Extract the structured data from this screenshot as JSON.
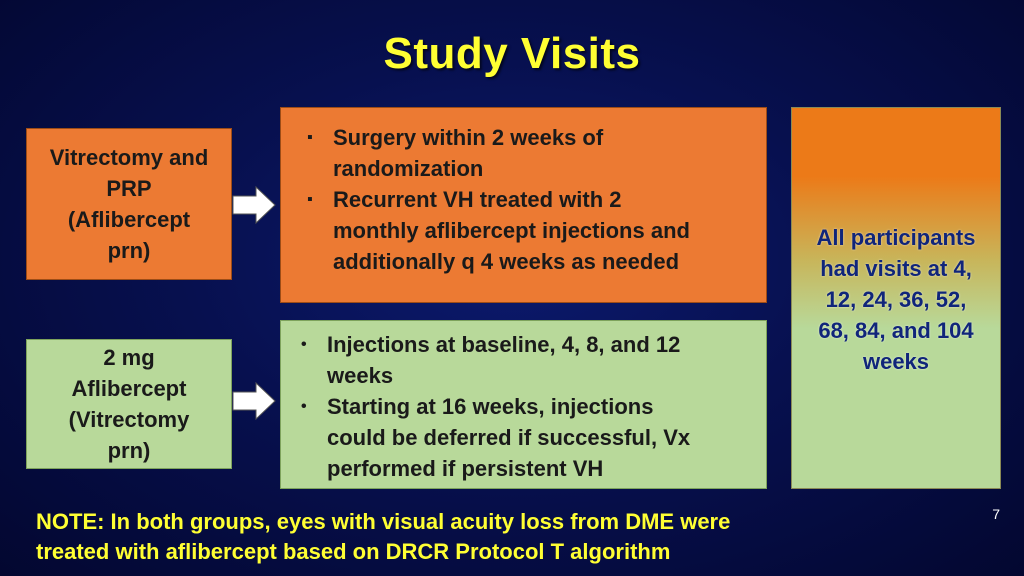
{
  "slide": {
    "title": "Study Visits",
    "page_number": "7"
  },
  "arms": [
    {
      "label_lines": [
        "Vitrectomy and",
        "PRP",
        "(Aflibercept",
        "prn)"
      ],
      "bullet_style": "square",
      "bullets": [
        [
          "Surgery within 2 weeks of",
          "randomization"
        ],
        [
          "Recurrent VH treated with 2",
          "monthly aflibercept injections and",
          "additionally q 4 weeks as needed"
        ]
      ]
    },
    {
      "label_lines": [
        "2 mg",
        "Aflibercept",
        "(Vitrectomy",
        "prn)"
      ],
      "bullet_style": "round",
      "bullets": [
        [
          "Injections at baseline, 4, 8, and 12",
          "weeks"
        ],
        [
          "Starting at 16 weeks, injections",
          "could be deferred if successful, Vx",
          "performed if persistent VH"
        ]
      ]
    }
  ],
  "summary_lines": [
    "All participants",
    "had visits at 4,",
    "12, 24, 36, 52,",
    "68, 84, and 104",
    "weeks"
  ],
  "note_lines": [
    "NOTE: In both groups, eyes with visual acuity loss from DME were",
    "treated with aflibercept based on DRCR Protocol T algorithm"
  ],
  "icons": {
    "square_bullet": "square-bullet-icon",
    "round_bullet": "round-bullet-icon",
    "arrow": "right-arrow-icon"
  },
  "colors": {
    "background": "#07104f",
    "title": "#ffff33",
    "orange_box": "#ec7a33",
    "green_box": "#b8d99a",
    "summary_text": "#10257a",
    "note": "#ffff33"
  }
}
